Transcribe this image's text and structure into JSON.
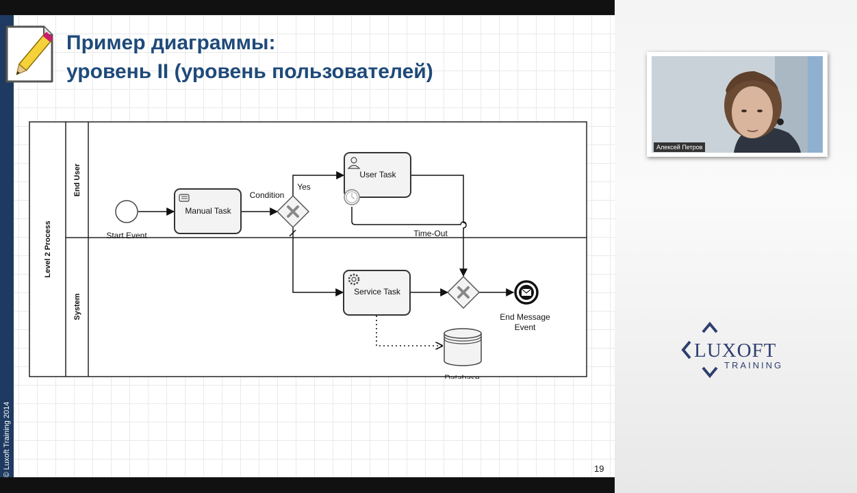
{
  "slide": {
    "title_line1": "Пример диаграммы:",
    "title_line2": "уровень II (уровень пользователей)",
    "copyright": "© Luxoft Training 2014",
    "page_number": "19"
  },
  "diagram": {
    "pool_label": "Level 2 Process",
    "lanes": [
      "End User",
      "System"
    ],
    "start_event": "Start Event",
    "manual_task": "Manual Task",
    "condition_label": "Condition",
    "yes_label": "Yes",
    "user_task": "User Task",
    "timeout_label": "Time-Out",
    "service_task": "Service Task",
    "end_event_line1": "End Message",
    "end_event_line2": "Event",
    "database": "Database"
  },
  "webcam": {
    "presenter_name": "Алексей Петров"
  },
  "logo": {
    "brand": "LUXOFT",
    "sub": "TRAINING"
  },
  "colors": {
    "slide_accent": "#1f3a60",
    "title": "#1f4a7a",
    "logo": "#2e3f6e"
  }
}
